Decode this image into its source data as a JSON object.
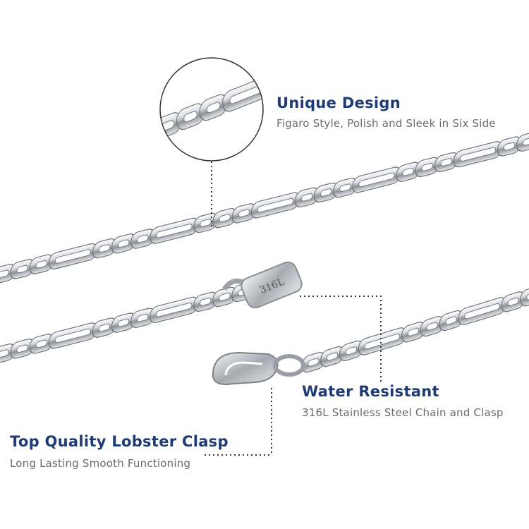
{
  "features": [
    {
      "title": "Unique Design",
      "description": "Figaro Style, Polish and Sleek in Six Side"
    },
    {
      "title": "Water Resistant",
      "description": "316L Stainless Steel Chain and Clasp"
    },
    {
      "title": "Top Quality Lobster Clasp",
      "description": "Long Lasting Smooth Functioning"
    }
  ],
  "tag_text": "316L",
  "colors": {
    "title": "#1f3b75",
    "description": "#6a6a6a",
    "metal": "#c9ccd1"
  }
}
